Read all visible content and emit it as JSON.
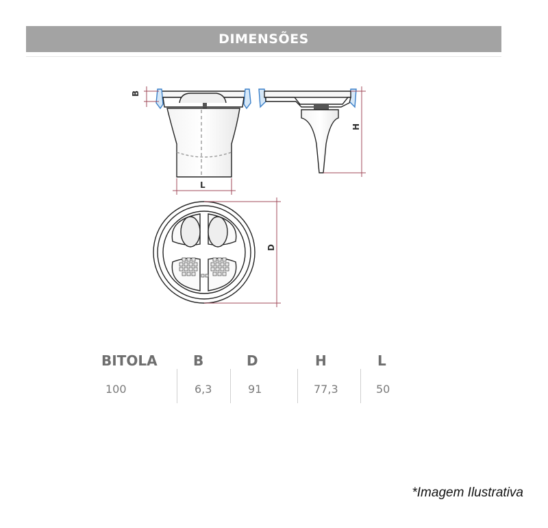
{
  "header": {
    "title": "DIMENSÕES"
  },
  "dimension_labels": {
    "b": "B",
    "h": "H",
    "l": "L",
    "d": "D"
  },
  "table": {
    "headers": [
      "BITOLA",
      "B",
      "D",
      "H",
      "L"
    ],
    "values": [
      "100",
      "6,3",
      "91",
      "77,3",
      "50"
    ]
  },
  "footnote": "*Imagem Ilustrativa",
  "colors": {
    "header_bg": "#a3a3a3",
    "dimension_line": "#a04a5a",
    "accent_blue": "#4a90d9"
  }
}
